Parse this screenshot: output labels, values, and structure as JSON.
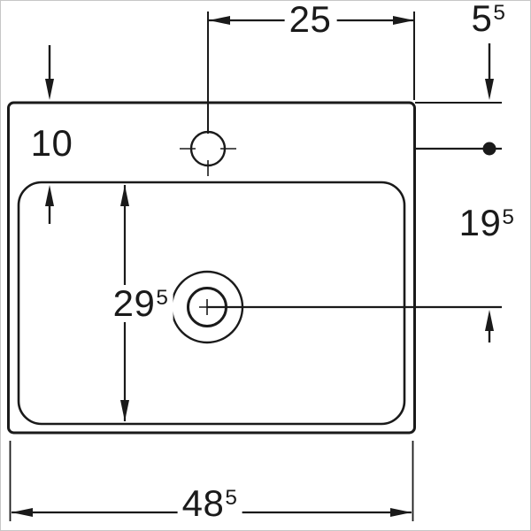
{
  "colors": {
    "line": "#1a1a1a",
    "background": "#ffffff",
    "frame": "#c6c6c6"
  },
  "drawing": {
    "type": "technical-dimension-drawing",
    "subject": "washbasin-top-view",
    "labels": {
      "tap_to_edge_width": {
        "main": "25",
        "sup": ""
      },
      "edge_offset": {
        "main": "5",
        "sup": "5"
      },
      "top_inset": {
        "main": "10",
        "sup": ""
      },
      "side_depth": {
        "main": "19",
        "sup": "5"
      },
      "bowl_depth": {
        "main": "29",
        "sup": "5"
      },
      "overall_width": {
        "main": "48",
        "sup": "5"
      }
    }
  }
}
